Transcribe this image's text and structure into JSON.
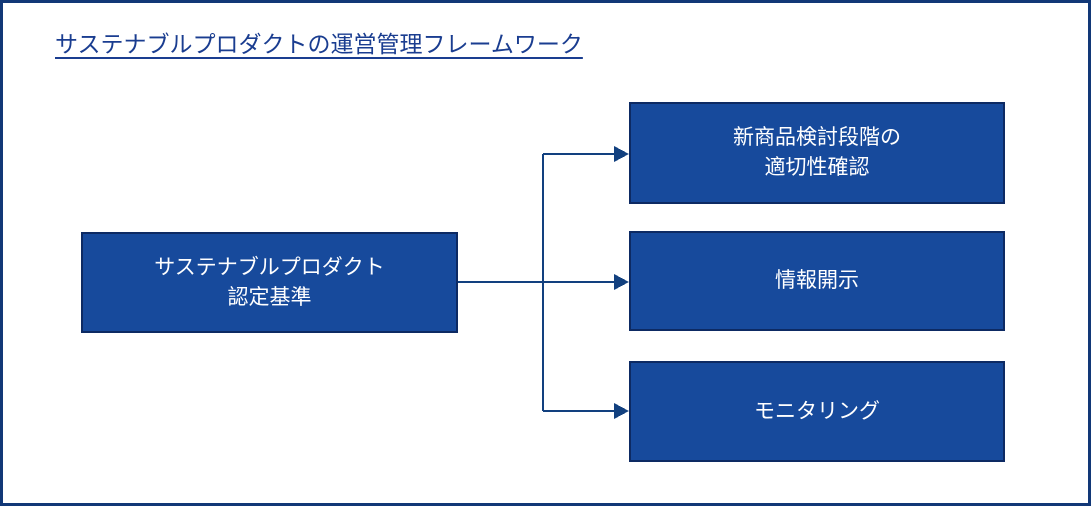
{
  "page": {
    "title": "サステナブルプロダクトの運営管理フレームワーク",
    "frame_border_color": "#123877",
    "background_color": "#ffffff"
  },
  "theme": {
    "box_fill": "#174a9c",
    "box_border": "#0d2a63",
    "box_text": "#ffffff",
    "title_color": "#1a3d90",
    "connector_color": "#12407f"
  },
  "diagram": {
    "type": "flow",
    "root": {
      "id": "root",
      "label": "サステナブルプロダクト\n認定基準"
    },
    "branches": [
      {
        "id": "branch-1",
        "label": "新商品検討段階の\n適切性確認"
      },
      {
        "id": "branch-2",
        "label": "情報開示"
      },
      {
        "id": "branch-3",
        "label": "モニタリング"
      }
    ],
    "connectors": [
      {
        "from": "root",
        "to": "branch-1",
        "arrow": "arrowhead-icon"
      },
      {
        "from": "root",
        "to": "branch-2",
        "arrow": "arrowhead-icon"
      },
      {
        "from": "root",
        "to": "branch-3",
        "arrow": "arrowhead-icon"
      }
    ]
  }
}
